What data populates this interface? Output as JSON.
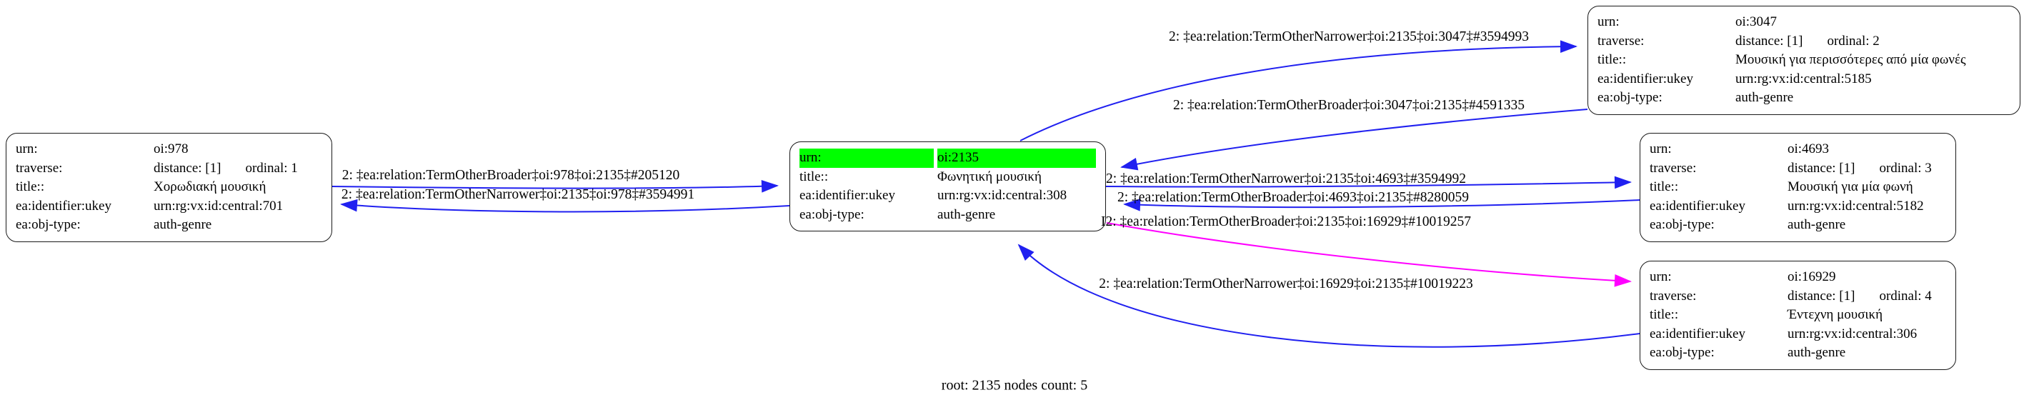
{
  "caption": "root: 2135 nodes count: 5",
  "colors": {
    "edge_blue": "#2020f0",
    "edge_magenta": "#ff00ff",
    "highlight_green": "#00ff00",
    "node_border": "#1a1a1a"
  },
  "field_labels": {
    "urn": "urn:",
    "traverse": "traverse:",
    "title": "title::",
    "ukey": "ea:identifier:ukey",
    "objtype": "ea:obj-type:"
  },
  "nodes": {
    "n978": {
      "urn_label": "urn:",
      "urn_value": "oi:978",
      "traverse_label": "traverse:",
      "distance": "distance: [1]",
      "ordinal": "ordinal: 1",
      "title_label": "title::",
      "title_value": "Χορωδιακή μουσική",
      "ukey_label": "ea:identifier:ukey",
      "ukey_value": "urn:rg:vx:id:central:701",
      "objtype_label": "ea:obj-type:",
      "objtype_value": "auth-genre"
    },
    "n2135": {
      "urn_label": "urn:",
      "urn_value": "oi:2135",
      "title_label": "title::",
      "title_value": "Φωνητική μουσική",
      "ukey_label": "ea:identifier:ukey",
      "ukey_value": "urn:rg:vx:id:central:308",
      "objtype_label": "ea:obj-type:",
      "objtype_value": "auth-genre"
    },
    "n3047": {
      "urn_label": "urn:",
      "urn_value": "oi:3047",
      "traverse_label": "traverse:",
      "distance": "distance: [1]",
      "ordinal": "ordinal: 2",
      "title_label": "title::",
      "title_value": "Μουσική για περισσότερες από μία φωνές",
      "ukey_label": "ea:identifier:ukey",
      "ukey_value": "urn:rg:vx:id:central:5185",
      "objtype_label": "ea:obj-type:",
      "objtype_value": "auth-genre"
    },
    "n4693": {
      "urn_label": "urn:",
      "urn_value": "oi:4693",
      "traverse_label": "traverse:",
      "distance": "distance: [1]",
      "ordinal": "ordinal: 3",
      "title_label": "title::",
      "title_value": "Μουσική για μία φωνή",
      "ukey_label": "ea:identifier:ukey",
      "ukey_value": "urn:rg:vx:id:central:5182",
      "objtype_label": "ea:obj-type:",
      "objtype_value": "auth-genre"
    },
    "n16929": {
      "urn_label": "urn:",
      "urn_value": "oi:16929",
      "traverse_label": "traverse:",
      "distance": "distance: [1]",
      "ordinal": "ordinal: 4",
      "title_label": "title::",
      "title_value": "Έντεχνη μουσική",
      "ukey_label": "ea:identifier:ukey",
      "ukey_value": "urn:rg:vx:id:central:306",
      "objtype_label": "ea:obj-type:",
      "objtype_value": "auth-genre"
    }
  },
  "edges": {
    "broader_978_2135": {
      "label": "2: ‡ea:relation:TermOtherBroader‡oi:978‡oi:2135‡#205120"
    },
    "narrower_2135_978": {
      "label": "2: ‡ea:relation:TermOtherNarrower‡oi:2135‡oi:978‡#3594991"
    },
    "narrower_2135_3047": {
      "label": "2: ‡ea:relation:TermOtherNarrower‡oi:2135‡oi:3047‡#3594993"
    },
    "broader_3047_2135": {
      "label": "2: ‡ea:relation:TermOtherBroader‡oi:3047‡oi:2135‡#4591335"
    },
    "narrower_2135_4693": {
      "label": "2: ‡ea:relation:TermOtherNarrower‡oi:2135‡oi:4693‡#3594992"
    },
    "broader_4693_2135": {
      "label": "2: ‡ea:relation:TermOtherBroader‡oi:4693‡oi:2135‡#8280059"
    },
    "broader_2135_16929": {
      "label": "I2: ‡ea:relation:TermOtherBroader‡oi:2135‡oi:16929‡#10019257"
    },
    "narrower_16929_2135": {
      "label": "2: ‡ea:relation:TermOtherNarrower‡oi:16929‡oi:2135‡#10019223"
    }
  }
}
